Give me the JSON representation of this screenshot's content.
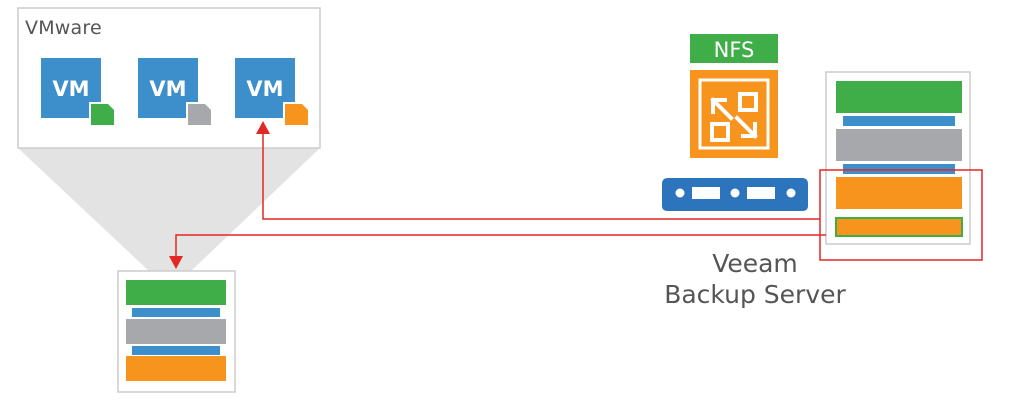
{
  "vmware": {
    "label": "VMware",
    "vms": [
      {
        "label": "VM",
        "badge_color": "#3fae49"
      },
      {
        "label": "VM",
        "badge_color": "#a6a8ab"
      },
      {
        "label": "VM",
        "badge_color": "#f7941d"
      }
    ]
  },
  "nfs": {
    "label": "NFS"
  },
  "server": {
    "title_line1": "Veeam",
    "title_line2": "Backup Server"
  },
  "colors": {
    "vm_blue": "#3d8fcc",
    "green": "#3fae49",
    "gray": "#a6a8ab",
    "orange": "#f7941d",
    "blue_stripe": "#3d8fcc",
    "server_blue": "#2c75bc",
    "arrow_red": "#e32726"
  },
  "backup_stacks": {
    "source": [
      "green",
      "blue",
      "gray",
      "blue",
      "orange"
    ],
    "target": [
      "green",
      "blue",
      "gray",
      "blue",
      "orange",
      "orange-green-border"
    ]
  }
}
